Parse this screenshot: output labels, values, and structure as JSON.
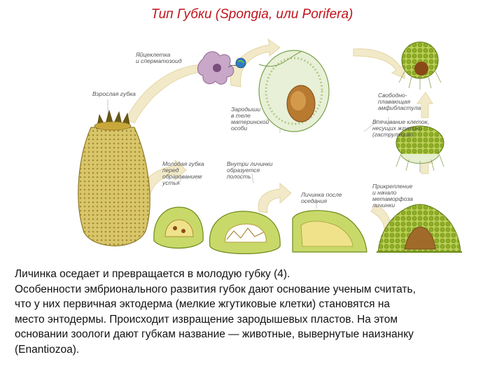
{
  "slide": {
    "title": "Тип Губки (Spongia, или Porifera)",
    "caption": "Личинка оседает и превращается в молодую губку (4).\nОсобенности эмбрионального развития губок дают основание ученым считать,\nчто у них первичная эктодерма (мелкие жгутиковые клетки) становятся на\nместо энтодермы. Происходит извращение зародышевых пластов. На этом\nосновании зоологи дают губкам название — животные, вывернутые наизнанку\n(Enantiozoa)."
  },
  "diagram": {
    "labels": {
      "gametes": "Яйцеклетка\nи сперматозоид",
      "adult": "Взрослая губка",
      "embryo": "Зародыши\nв теле\nматеринской\nособи",
      "free_larva": "Свободно-\nплавающая\nамфибластула",
      "invagination": "Впячивание клеток,\nнесущих жгутики\n(гаструляция)",
      "attachment": "Прикрепление\nи начало\nметаморфоза\nличинки",
      "after_attach": "Личинка после\nоседания",
      "cavity": "Внутри личинки\nобразуется\nполость",
      "young": "Молодая губка\nперед\nобразованием\nустья"
    },
    "colors": {
      "arrow": "#f0e6c2",
      "sponge": "#d8c86a",
      "cell_green": "#9bbd2b",
      "cell_brown": "#9a5a1c",
      "title": "#c0141c"
    }
  }
}
